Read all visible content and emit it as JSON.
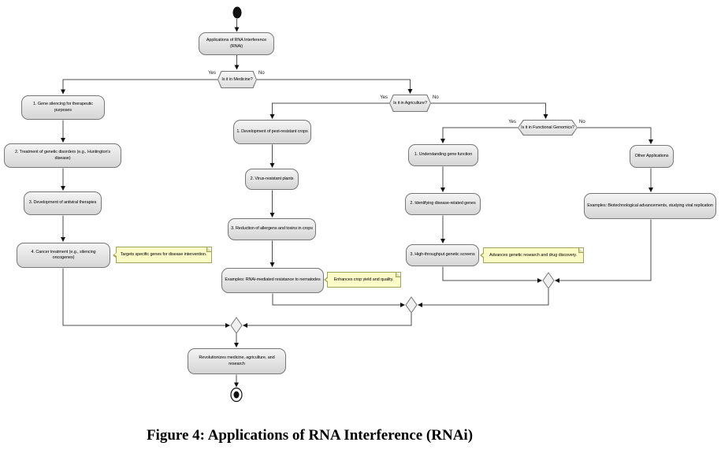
{
  "root": {
    "title": "Applications of RNA Interference (RNAi)"
  },
  "decisions": {
    "medicine": {
      "label": "Is it in Medicine?",
      "yes": "Yes",
      "no": "No"
    },
    "agriculture": {
      "label": "Is it in Agriculture?",
      "yes": "Yes",
      "no": "No"
    },
    "functional_genomics": {
      "label": "Is it in Functional Genomics?",
      "yes": "Yes",
      "no": "No"
    }
  },
  "medicine_branch": {
    "steps": [
      "1. Gene silencing for therapeutic purposes",
      "2. Treatment of genetic disorders (e.g., Huntington's disease)",
      "3. Development of antiviral therapies",
      "4. Cancer treatment (e.g., silencing oncogenes)"
    ],
    "note": "Targets specific genes for disease intervention."
  },
  "agriculture_branch": {
    "steps": [
      "1. Development of pest-resistant crops",
      "2. Virus-resistant plants",
      "3. Reduction of allergens and toxins in crops",
      "Examples: RNAi-mediated resistance to nematodes"
    ],
    "note": "Enhances crop yield and quality."
  },
  "functional_genomics_branch": {
    "steps": [
      "1. Understanding gene function",
      "2. Identifying disease-related genes",
      "3. High-throughput genetic screens"
    ],
    "note": "Advances genetic research and drug discovery."
  },
  "other_branch": {
    "steps": [
      "Other Applications",
      "Examples: Biotechnological advancements, studying viral replication"
    ]
  },
  "final": {
    "label": "Revolutionizes medicine, agriculture, and research"
  },
  "caption": "Figure 4: Applications of RNA Interference (RNAi)",
  "colors": {
    "node_fill_top": "#f4f4f4",
    "node_fill_bottom": "#d5d5d5",
    "node_border": "#777777",
    "note_fill": "#fbfbc8",
    "note_border": "#a3a35e",
    "line": "#4d4d4d",
    "terminal": "#111111"
  }
}
